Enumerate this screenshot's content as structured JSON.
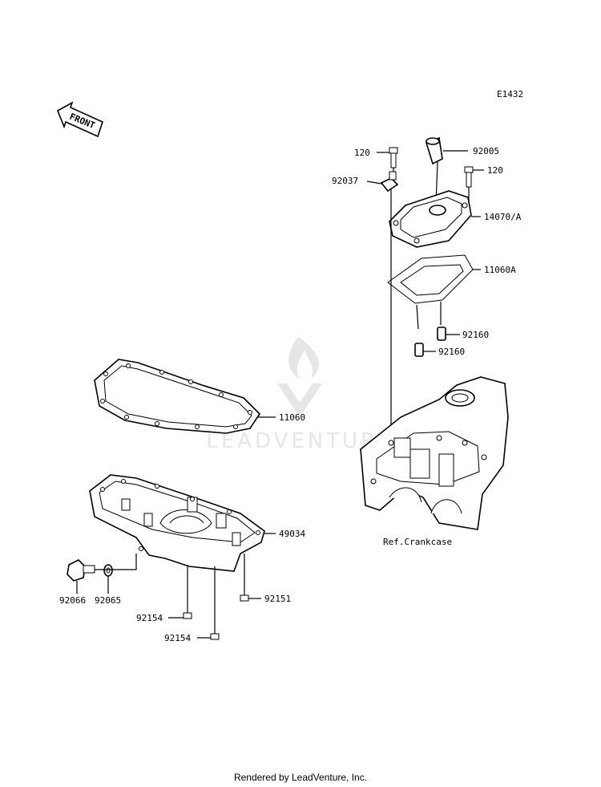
{
  "diagram_code": "E1432",
  "front_label": "FRONT",
  "watermark_text": "LEADVENTURE",
  "footer": "Rendered by LeadVenture, Inc.",
  "parts": {
    "p120_top": "120",
    "p120_right": "120",
    "p92005": "92005",
    "p92037": "92037",
    "p14070A": "14070/A",
    "p11060A": "11060A",
    "p92160_a": "92160",
    "p92160_b": "92160",
    "p11060": "11060",
    "p49034": "49034",
    "p92066": "92066",
    "p92065": "92065",
    "p92151": "92151",
    "p92154_a": "92154",
    "p92154_b": "92154",
    "ref_crankcase": "Ref.Crankcase"
  },
  "colors": {
    "ink": "#000000",
    "watermark": "#e6e6e6",
    "background": "#ffffff"
  }
}
